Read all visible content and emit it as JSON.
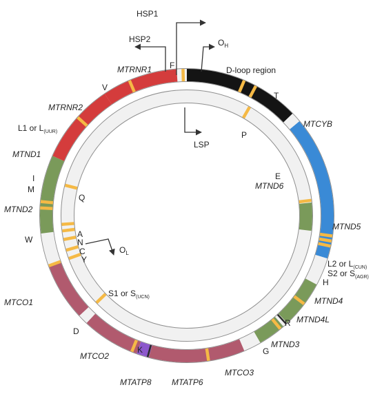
{
  "colors": {
    "dloop": "#141414",
    "rrna": "#d43c3c",
    "nd": "#7a9a5a",
    "co": "#b15a6e",
    "atp": "#8c58cc",
    "cytb": "#3a8ad6",
    "noncoding": "#f1f1f1",
    "trna": "#f5b945",
    "ring_outline": "#8e8e8e"
  },
  "outer_segments": [
    {
      "start": 0,
      "end": 46,
      "kind": "dloop"
    },
    {
      "start": 46,
      "end": 50,
      "kind": "noncoding"
    },
    {
      "start": 50,
      "end": 107,
      "kind": "cytb"
    },
    {
      "start": 107,
      "end": 118,
      "kind": "noncoding"
    },
    {
      "start": 118,
      "end": 137,
      "kind": "nd"
    },
    {
      "start": 137,
      "end": 139,
      "kind": "noncoding"
    },
    {
      "start": 139,
      "end": 150,
      "kind": "nd"
    },
    {
      "start": 150,
      "end": 157,
      "kind": "noncoding"
    },
    {
      "start": 157,
      "end": 195,
      "kind": "co"
    },
    {
      "start": 195,
      "end": 200,
      "kind": "atp"
    },
    {
      "start": 200,
      "end": 223,
      "kind": "co"
    },
    {
      "start": 223,
      "end": 227,
      "kind": "noncoding"
    },
    {
      "start": 227,
      "end": 250,
      "kind": "co"
    },
    {
      "start": 250,
      "end": 263,
      "kind": "noncoding"
    },
    {
      "start": 263,
      "end": 294,
      "kind": "nd"
    },
    {
      "start": 294,
      "end": 326,
      "kind": "rrna"
    },
    {
      "start": 326,
      "end": 356,
      "kind": "rrna"
    }
  ],
  "inner_segments": [
    {
      "start": 84,
      "end": 97,
      "kind": "nd"
    }
  ],
  "trna_marks": [
    {
      "angle": 358.5,
      "ring": "outer"
    },
    {
      "angle": 23,
      "ring": "outer"
    },
    {
      "angle": 28,
      "ring": "outer"
    },
    {
      "angle": 98,
      "ring": "outer"
    },
    {
      "angle": 100,
      "ring": "outer"
    },
    {
      "angle": 102,
      "ring": "outer"
    },
    {
      "angle": 127,
      "ring": "outer"
    },
    {
      "angle": 140.5,
      "ring": "outer"
    },
    {
      "angle": 171.5,
      "ring": "outer"
    },
    {
      "angle": 202,
      "ring": "outer"
    },
    {
      "angle": 250,
      "ring": "outer"
    },
    {
      "angle": 273,
      "ring": "outer"
    },
    {
      "angle": 275.5,
      "ring": "outer"
    },
    {
      "angle": 312,
      "ring": "outer"
    },
    {
      "angle": 337,
      "ring": "outer"
    },
    {
      "angle": 30,
      "ring": "inner"
    },
    {
      "angle": 83,
      "ring": "inner"
    },
    {
      "angle": 226,
      "ring": "inner"
    },
    {
      "angle": 250,
      "ring": "inner"
    },
    {
      "angle": 254,
      "ring": "inner"
    },
    {
      "angle": 259,
      "ring": "inner"
    },
    {
      "angle": 263,
      "ring": "inner"
    },
    {
      "angle": 266,
      "ring": "inner"
    },
    {
      "angle": 284,
      "ring": "inner"
    }
  ],
  "dark_marks": [
    {
      "angle": 137.5
    },
    {
      "angle": 195.5
    }
  ],
  "labels": {
    "hsp1": "HSP1",
    "hsp2": "HSP2",
    "oh": "O",
    "oh_sub": "H",
    "lsp": "LSP",
    "ol": "O",
    "ol_sub": "L",
    "dloop": "D-loop region",
    "f": "F",
    "t": "T",
    "p": "P",
    "e": "E",
    "v": "V",
    "i": "I",
    "m": "M",
    "q": "Q",
    "w": "W",
    "a": "A",
    "n": "N",
    "c": "C",
    "y": "Y",
    "d": "D",
    "k": "K",
    "g": "G",
    "r": "R",
    "h": "H",
    "l1": "L1 or L",
    "l1_sub": "(UUR)",
    "l2": "L2 or L",
    "l2_sub": "(CUN)",
    "s2": "S2 or S",
    "s2_sub": "(AGR)",
    "s1": "S1 or S",
    "s1_sub": "(UCN)"
  },
  "genes": {
    "mtrnr1": "MTRNR1",
    "mtrnr2": "MTRNR2",
    "mtnd1": "MTND1",
    "mtnd2": "MTND2",
    "mtco1": "MTCO1",
    "mtco2": "MTCO2",
    "mtatp8": "MTATP8",
    "mtatp6": "MTATP6",
    "mtco3": "MTCO3",
    "mtnd3": "MTND3",
    "mtnd4l": "MTND4L",
    "mtnd4": "MTND4",
    "mtnd5": "MTND5",
    "mtnd6": "MTND6",
    "mtcyb": "MTCYB"
  }
}
